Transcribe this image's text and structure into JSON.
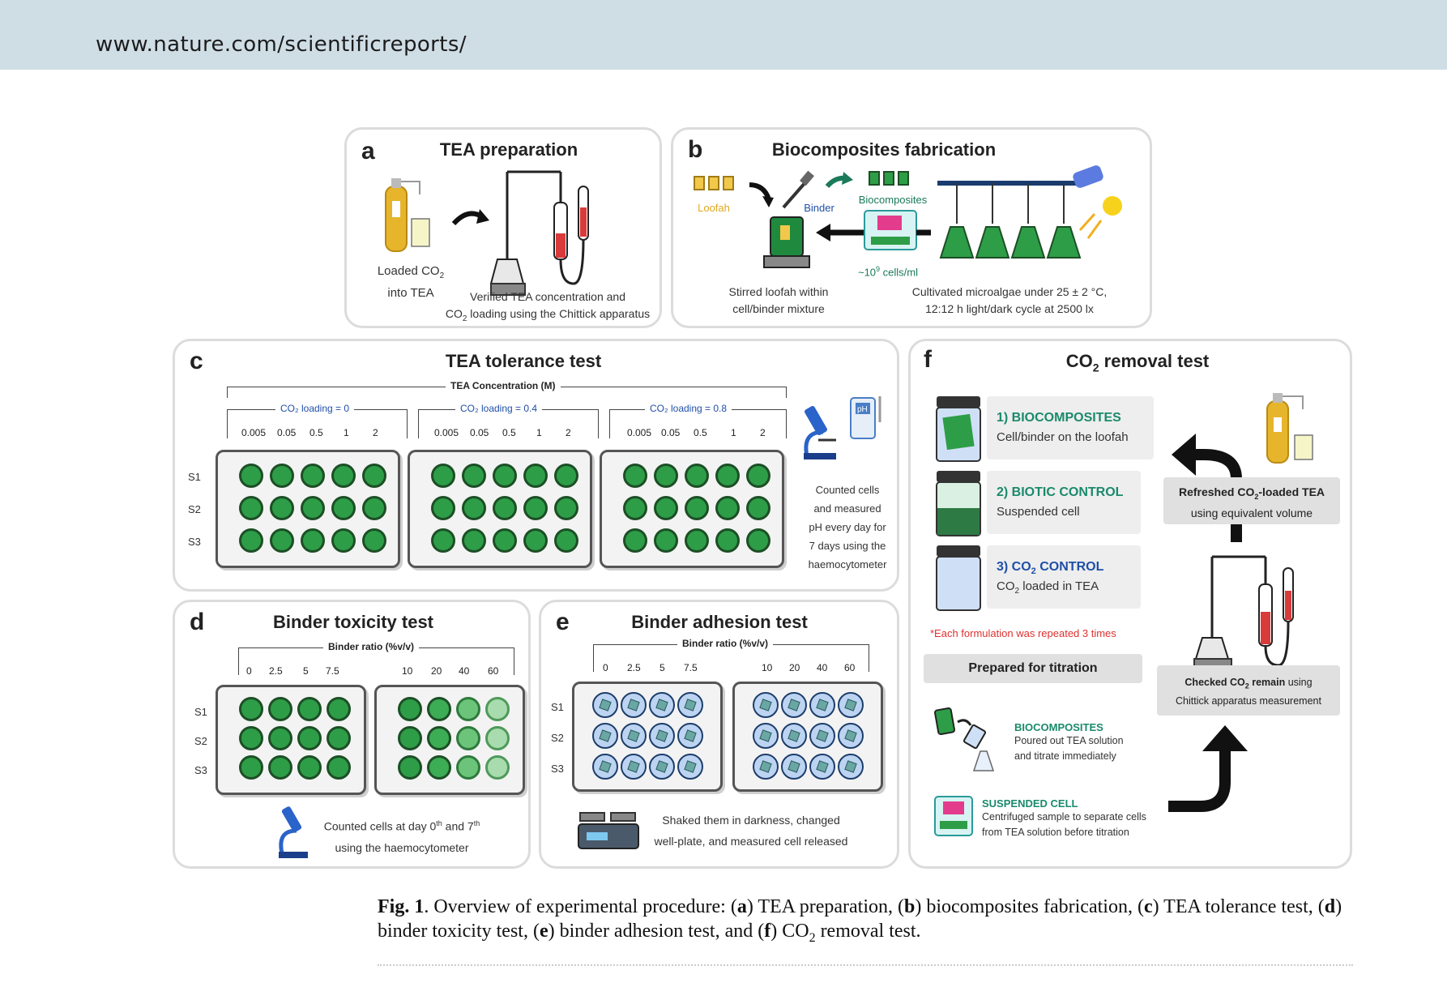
{
  "header": {
    "url": "www.nature.com/scientificreports/"
  },
  "panel_a": {
    "letter": "a",
    "title": "TEA preparation",
    "label_loaded_1": "Loaded CO",
    "label_loaded_sub": "2",
    "label_loaded_2": "into TEA",
    "label_verified_1": "Verified TEA concentration and",
    "label_verified_2a": "CO",
    "label_verified_2sub": "2",
    "label_verified_2b": " loading using the Chittick apparatus"
  },
  "panel_b": {
    "letter": "b",
    "title": "Biocomposites fabrication",
    "loofah": "Loofah",
    "binder": "Binder",
    "biocomposites": "Biocomposites",
    "cells_1": "~10",
    "cells_sup": "9",
    "cells_2": " cells/ml",
    "stirred_1": "Stirred loofah within",
    "stirred_2": "cell/binder mixture",
    "cultivated_1": "Cultivated microalgae under 25 ± 2 °C,",
    "cultivated_2": "12:12 h light/dark cycle at 2500 lx"
  },
  "panel_c": {
    "letter": "c",
    "title": "TEA tolerance test",
    "axis": "TEA Concentration (M)",
    "groups": [
      "CO₂ loading = 0",
      "CO₂ loading = 0.4",
      "CO₂ loading = 0.8"
    ],
    "concentrations": [
      "0.005",
      "0.05",
      "0.5",
      "1",
      "2"
    ],
    "rows": [
      "S1",
      "S2",
      "S3"
    ],
    "note": [
      "Counted cells",
      "and measured",
      "pH every day for",
      "7 days using the",
      "haemocytometer"
    ]
  },
  "panel_d": {
    "letter": "d",
    "title": "Binder toxicity test",
    "axis": "Binder ratio (%v/v)",
    "ratios_left": [
      "0",
      "2.5",
      "5",
      "7.5"
    ],
    "ratios_right": [
      "10",
      "20",
      "40",
      "60"
    ],
    "rows": [
      "S1",
      "S2",
      "S3"
    ],
    "note_1a": "Counted cells at day 0",
    "note_1sup1": "th",
    "note_1b": " and 7",
    "note_1sup2": "th",
    "note_2": "using the haemocytometer"
  },
  "panel_e": {
    "letter": "e",
    "title": "Binder adhesion test",
    "axis": "Binder ratio (%v/v)",
    "ratios_left": [
      "0",
      "2.5",
      "5",
      "7.5"
    ],
    "ratios_right": [
      "10",
      "20",
      "40",
      "60"
    ],
    "rows": [
      "S1",
      "S2",
      "S3"
    ],
    "note_1": "Shaked them in darkness, changed",
    "note_2": "well-plate, and measured cell released"
  },
  "panel_f": {
    "letter": "f",
    "title_a": "CO",
    "title_sub": "2",
    "title_b": " removal test",
    "box1_h": "1) BIOCOMPOSITES",
    "box1_s": "Cell/binder on the loofah",
    "box2_h": "2) BIOTIC CONTROL",
    "box2_s": "Suspended cell",
    "box3_h_a": "3) CO",
    "box3_h_sub": "2",
    "box3_h_b": " CONTROL",
    "box3_s_a": "CO",
    "box3_s_sub": "2",
    "box3_s_b": " loaded in TEA",
    "repeat_note": "*Each formulation was repeated 3 times",
    "prepared": "Prepared for titration",
    "bio_h": "BIOCOMPOSITES",
    "bio_1": "Poured out TEA solution",
    "bio_2": "and titrate immediately",
    "susp_h": "SUSPENDED CELL",
    "susp_1": "Centrifuged sample to separate cells",
    "susp_2": "from TEA solution before titration",
    "refresh_a": "Refreshed CO",
    "refresh_sub": "2",
    "refresh_b": "-loaded TEA",
    "refresh_2": "using equivalent volume",
    "checked_a": "Checked CO",
    "checked_sub": "2",
    "checked_b": " remain",
    "checked_c": " using",
    "checked_2": "Chittick apparatus measurement"
  },
  "caption": {
    "fig": "Fig. 1",
    "t1": ".  Overview of experimental procedure: (",
    "a": "a",
    "t2": ") TEA preparation, (",
    "b": "b",
    "t3": ") biocomposites fabrication, (",
    "c": "c",
    "t4": ") TEA tolerance test, (",
    "d": "d",
    "t5": ") binder toxicity test, (",
    "e": "e",
    "t6": ") binder adhesion test, and (",
    "f": "f",
    "t7": ") CO",
    "sub": "2",
    "t8": " removal test."
  },
  "colors": {
    "green": "#2e9d47",
    "teal": "#1a8a6a",
    "blue_text": "#1f4fa8",
    "red_note": "#e03030",
    "yellow": "#e6b52c"
  }
}
